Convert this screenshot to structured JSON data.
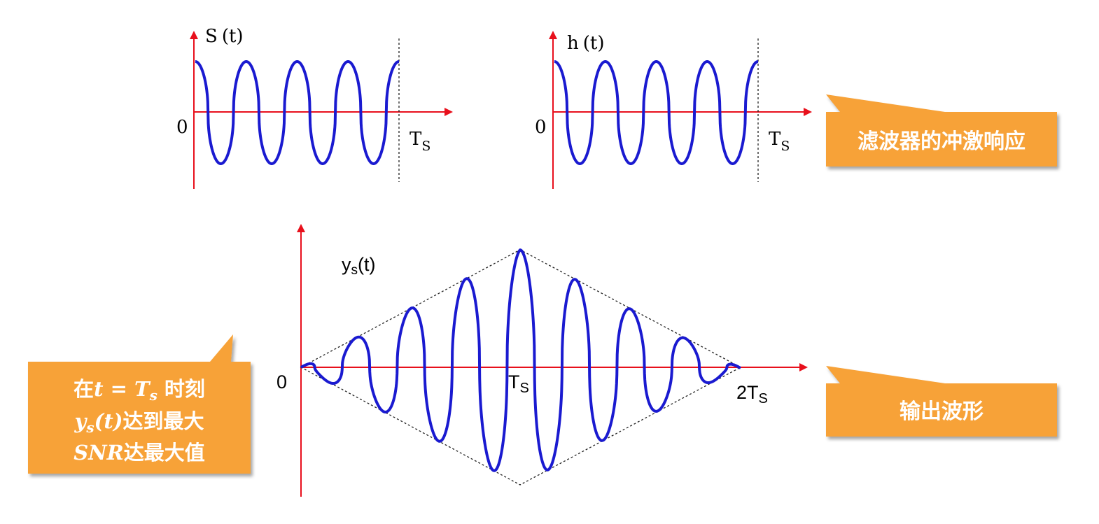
{
  "panel_signal": {
    "label_main": "S",
    "label_arg": "(t)",
    "origin": "0",
    "end_main": "T",
    "end_sub": "S"
  },
  "panel_filter": {
    "label_main": "h",
    "label_arg": "(t)",
    "origin": "0",
    "end_main": "T",
    "end_sub": "S"
  },
  "panel_output": {
    "label_main": "y",
    "label_sub": "s",
    "label_arg": "(t)",
    "origin": "0",
    "mid_main": "T",
    "mid_sub": "S",
    "end_main": "2T",
    "end_sub": "S"
  },
  "callouts": {
    "filter_response": "滤波器的冲激响应",
    "output_waveform": "输出波形",
    "max_snr": {
      "line1_prefix": "在",
      "line1_math_t": "t",
      "line1_math_eq": " = ",
      "line1_math_T": "T",
      "line1_math_sub": "s",
      "line1_suffix": " 时刻",
      "line2_math_y": "y",
      "line2_math_sub": "s",
      "line2_math_arg": "(t)",
      "line2_suffix": "达到最大",
      "line3_math": "SNR",
      "line3_suffix": "达最大值"
    }
  },
  "colors": {
    "axis": "#e8101c",
    "wave": "#1a1ad0",
    "callout": "#f7a238",
    "envelope": "#222222"
  }
}
